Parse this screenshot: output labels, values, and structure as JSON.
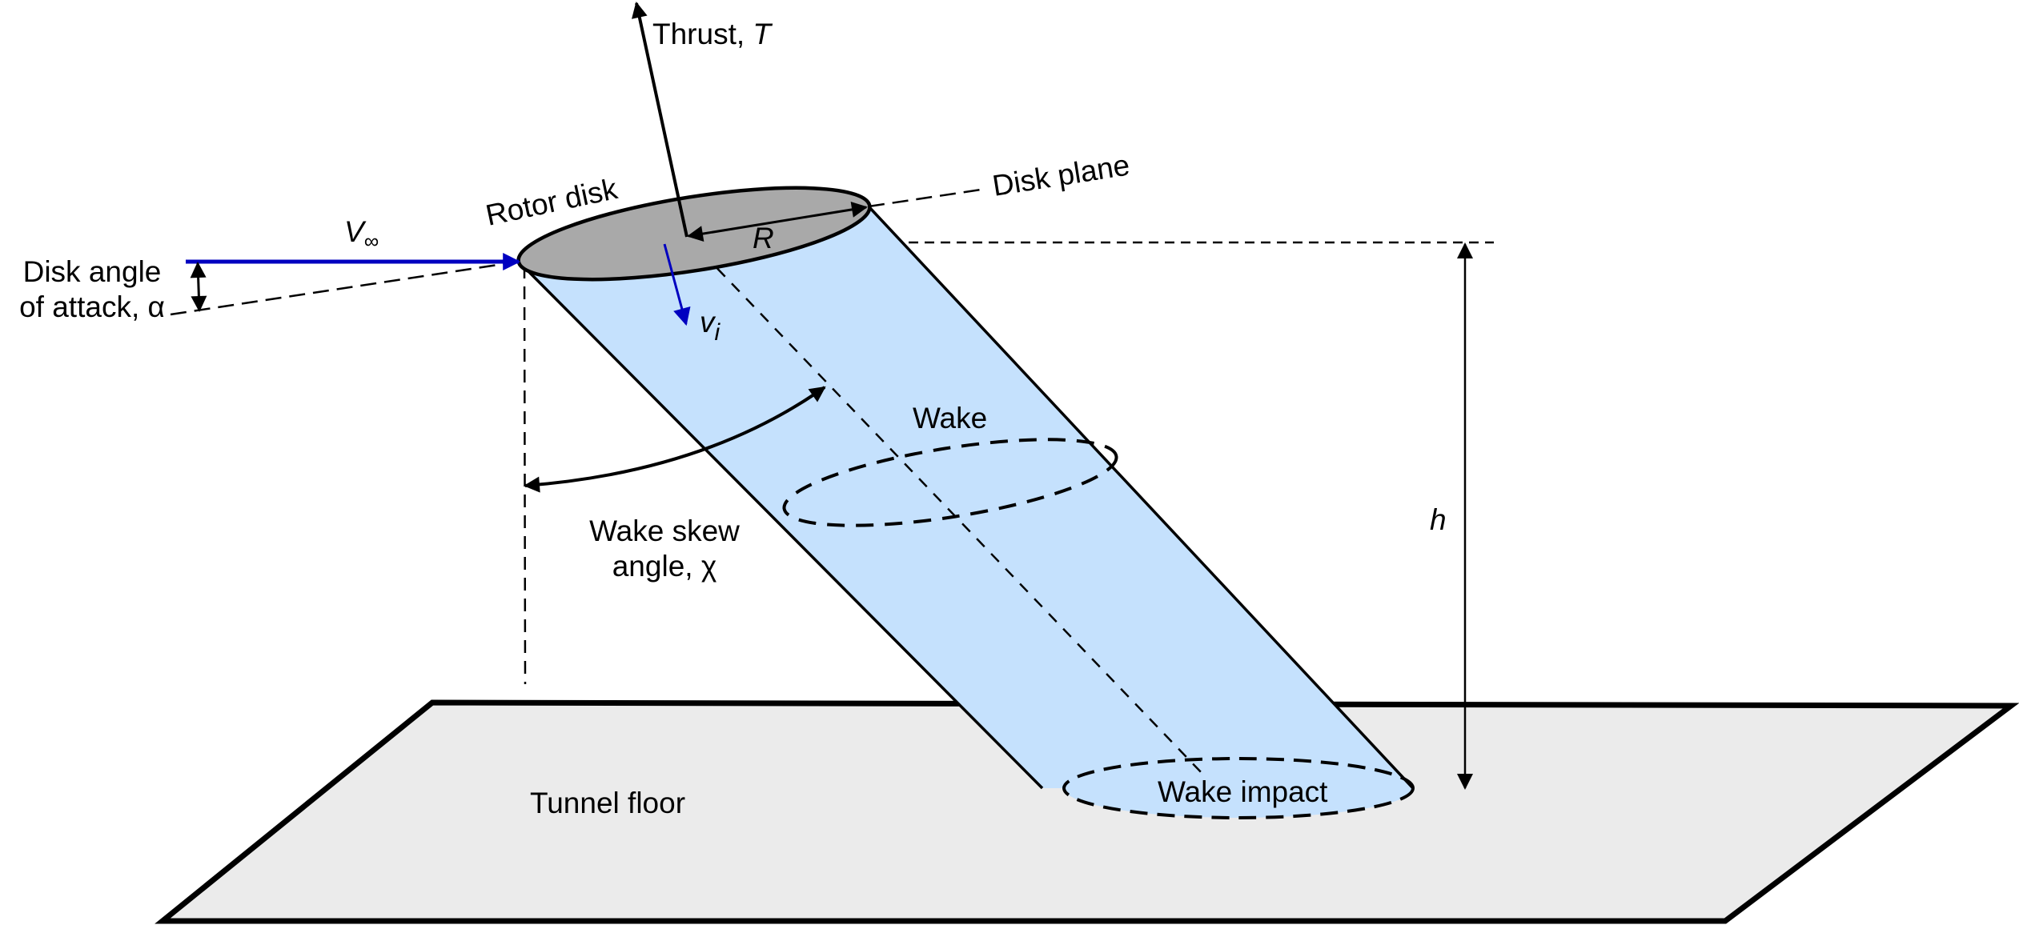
{
  "title": "Rotor wake skew and ground impact schematic",
  "labels": {
    "thrust": "Thrust, ",
    "thrust_symbol": "T",
    "rotor_disk": "Rotor disk",
    "disk_plane": "Disk plane",
    "radius_symbol": "R",
    "freestream_symbol": "V",
    "freestream_subscript": "∞",
    "disk_aoa_line1": "Disk angle",
    "disk_aoa_line2": "of attack, ",
    "disk_aoa_symbol": "α",
    "induced_velocity_symbol": "v",
    "induced_velocity_subscript": "i",
    "wake": "Wake",
    "wake_skew_line1": "Wake skew",
    "wake_skew_line2": "angle, ",
    "wake_skew_symbol": "χ",
    "height_symbol": "h",
    "tunnel_floor": "Tunnel floor",
    "wake_impact": "Wake impact"
  },
  "colors": {
    "wake_fill": "#c5e1fd",
    "disk_fill": "#a9a9a9",
    "floor_fill": "#ebebeb",
    "velocity_blue": "#0000c0",
    "line": "#000000"
  }
}
